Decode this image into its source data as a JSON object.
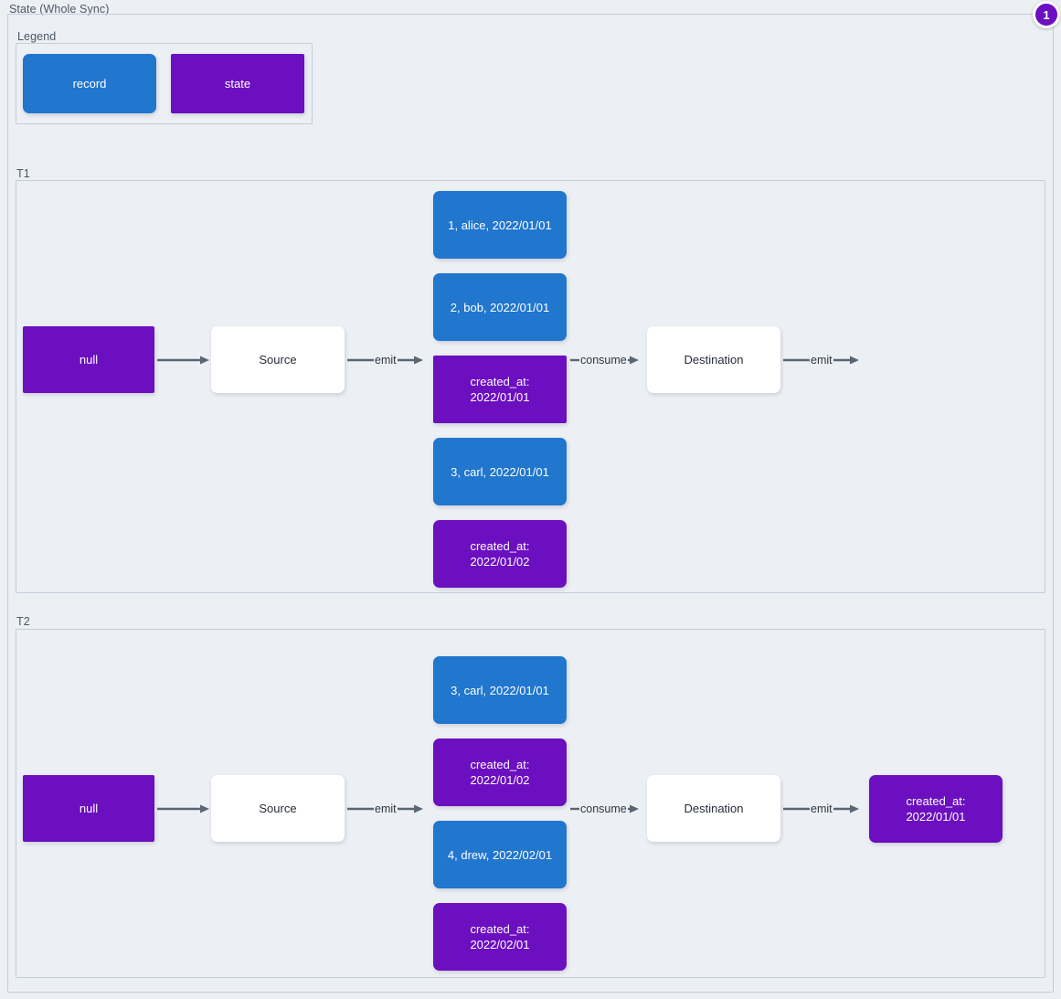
{
  "panel": {
    "title": "State (Whole Sync)",
    "badge": "1"
  },
  "legend": {
    "label": "Legend",
    "items": [
      {
        "text": "record",
        "kind": "record",
        "color": "#2176ce"
      },
      {
        "text": "state",
        "kind": "state",
        "color": "#6b0fc0"
      }
    ]
  },
  "groups": [
    {
      "label": "T1",
      "nodes": {
        "initial_state": "null",
        "source": "Source",
        "destination": "Destination",
        "stream": [
          {
            "text": "1, alice, 2022/01/01",
            "kind": "record"
          },
          {
            "text": "2, bob, 2022/01/01",
            "kind": "record"
          },
          {
            "text": "created_at:\n2022/01/01",
            "kind": "state"
          },
          {
            "text": "3, carl, 2022/01/01",
            "kind": "record"
          },
          {
            "text": "created_at:\n2022/01/02",
            "kind": "state"
          }
        ],
        "output": null
      },
      "arrows": [
        {
          "label": ""
        },
        {
          "label": "emit"
        },
        {
          "label": "consume"
        },
        {
          "label": "emit"
        }
      ]
    },
    {
      "label": "T2",
      "nodes": {
        "initial_state": "null",
        "source": "Source",
        "destination": "Destination",
        "stream": [
          {
            "text": "3, carl, 2022/01/01",
            "kind": "record"
          },
          {
            "text": "created_at:\n2022/01/02",
            "kind": "state"
          },
          {
            "text": "4, drew, 2022/02/01",
            "kind": "record"
          },
          {
            "text": "created_at:\n2022/02/01",
            "kind": "state"
          }
        ],
        "output": {
          "text": "created_at:\n2022/01/01",
          "kind": "state"
        }
      },
      "arrows": [
        {
          "label": ""
        },
        {
          "label": "emit"
        },
        {
          "label": "consume"
        },
        {
          "label": "emit"
        }
      ]
    }
  ]
}
